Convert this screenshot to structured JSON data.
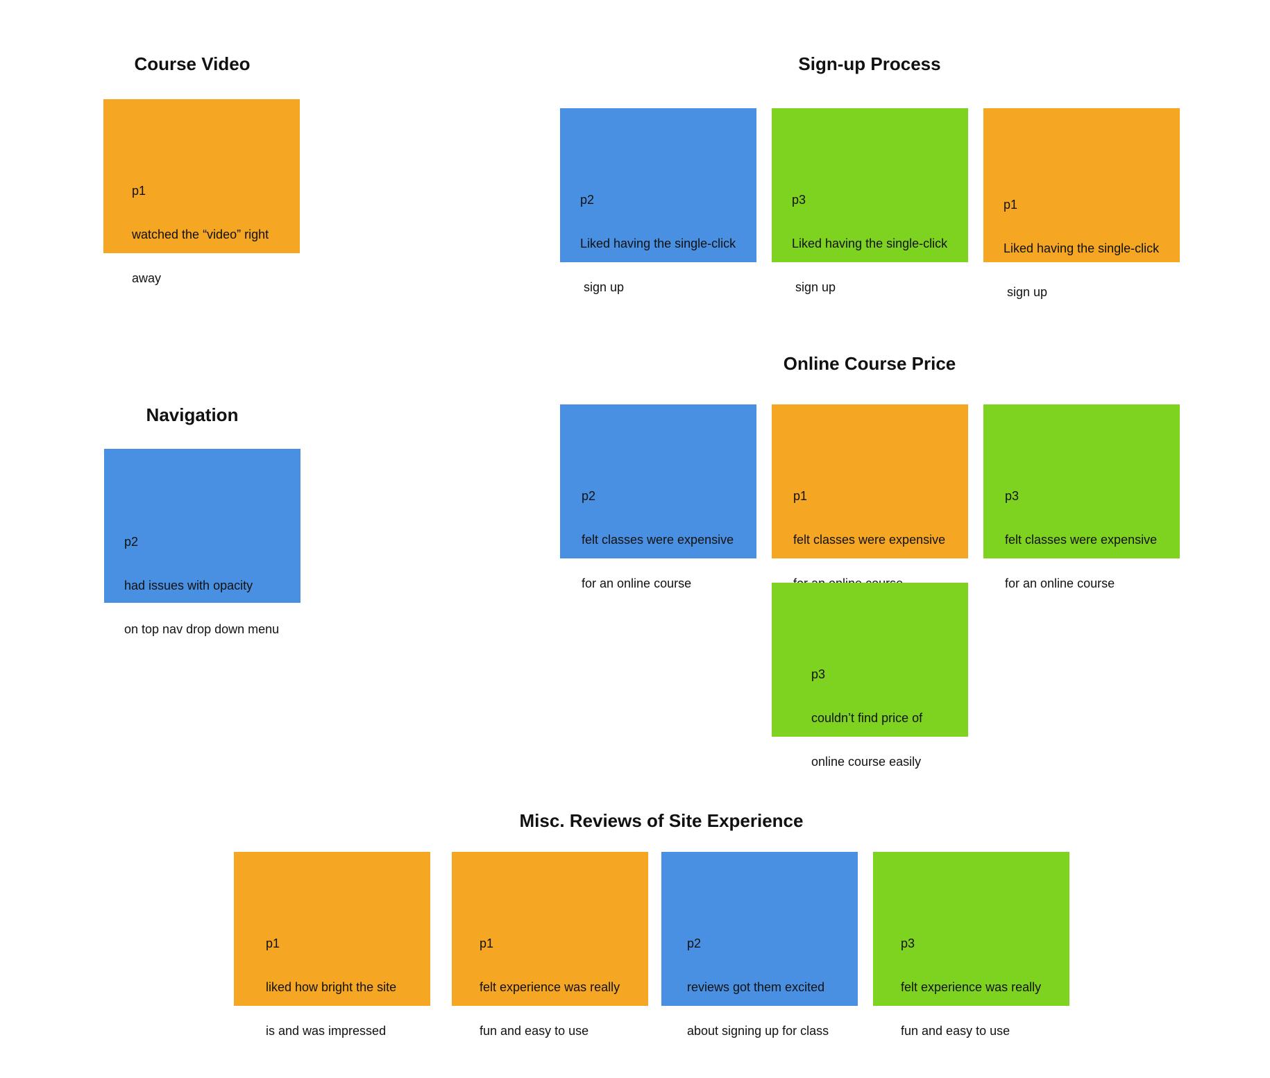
{
  "colors": {
    "orange": "#F5A623",
    "blue": "#4A90E2",
    "green": "#7ED321"
  },
  "groups": {
    "course_video": {
      "title": "Course Video",
      "notes": [
        {
          "participant": "p1",
          "lines": [
            "watched the “video” right",
            "away"
          ],
          "color": "orange"
        }
      ]
    },
    "signup_process": {
      "title": "Sign-up Process",
      "notes": [
        {
          "participant": "p2",
          "lines": [
            "Liked having the single-click",
            " sign up"
          ],
          "color": "blue"
        },
        {
          "participant": "p3",
          "lines": [
            "Liked having the single-click",
            " sign up"
          ],
          "color": "green"
        },
        {
          "participant": "p1",
          "lines": [
            "Liked having the single-click",
            " sign up"
          ],
          "color": "orange"
        }
      ]
    },
    "navigation": {
      "title": "Navigation",
      "notes": [
        {
          "participant": "p2",
          "lines": [
            "had issues with opacity",
            "on top nav drop down menu"
          ],
          "color": "blue"
        }
      ]
    },
    "online_course_price": {
      "title": "Online Course Price",
      "notes": [
        {
          "participant": "p2",
          "lines": [
            "felt classes were expensive",
            "for an online course"
          ],
          "color": "blue"
        },
        {
          "participant": "p1",
          "lines": [
            "felt classes were expensive",
            "for an online course"
          ],
          "color": "orange"
        },
        {
          "participant": "p3",
          "lines": [
            "felt classes were expensive",
            "for an online course"
          ],
          "color": "green"
        },
        {
          "participant": "p3",
          "lines": [
            "couldn’t find price of",
            "online course easily"
          ],
          "color": "green"
        }
      ]
    },
    "misc_reviews": {
      "title": "Misc. Reviews of Site Experience",
      "notes": [
        {
          "participant": "p1",
          "lines": [
            "liked how bright the site",
            "is and was impressed"
          ],
          "color": "orange"
        },
        {
          "participant": "p1",
          "lines": [
            "felt experience was really",
            "fun and easy to use"
          ],
          "color": "orange"
        },
        {
          "participant": "p2",
          "lines": [
            "reviews got them excited",
            "about signing up for class"
          ],
          "color": "blue"
        },
        {
          "participant": "p3",
          "lines": [
            "felt experience was really",
            "fun and easy to use"
          ],
          "color": "green"
        }
      ]
    }
  }
}
